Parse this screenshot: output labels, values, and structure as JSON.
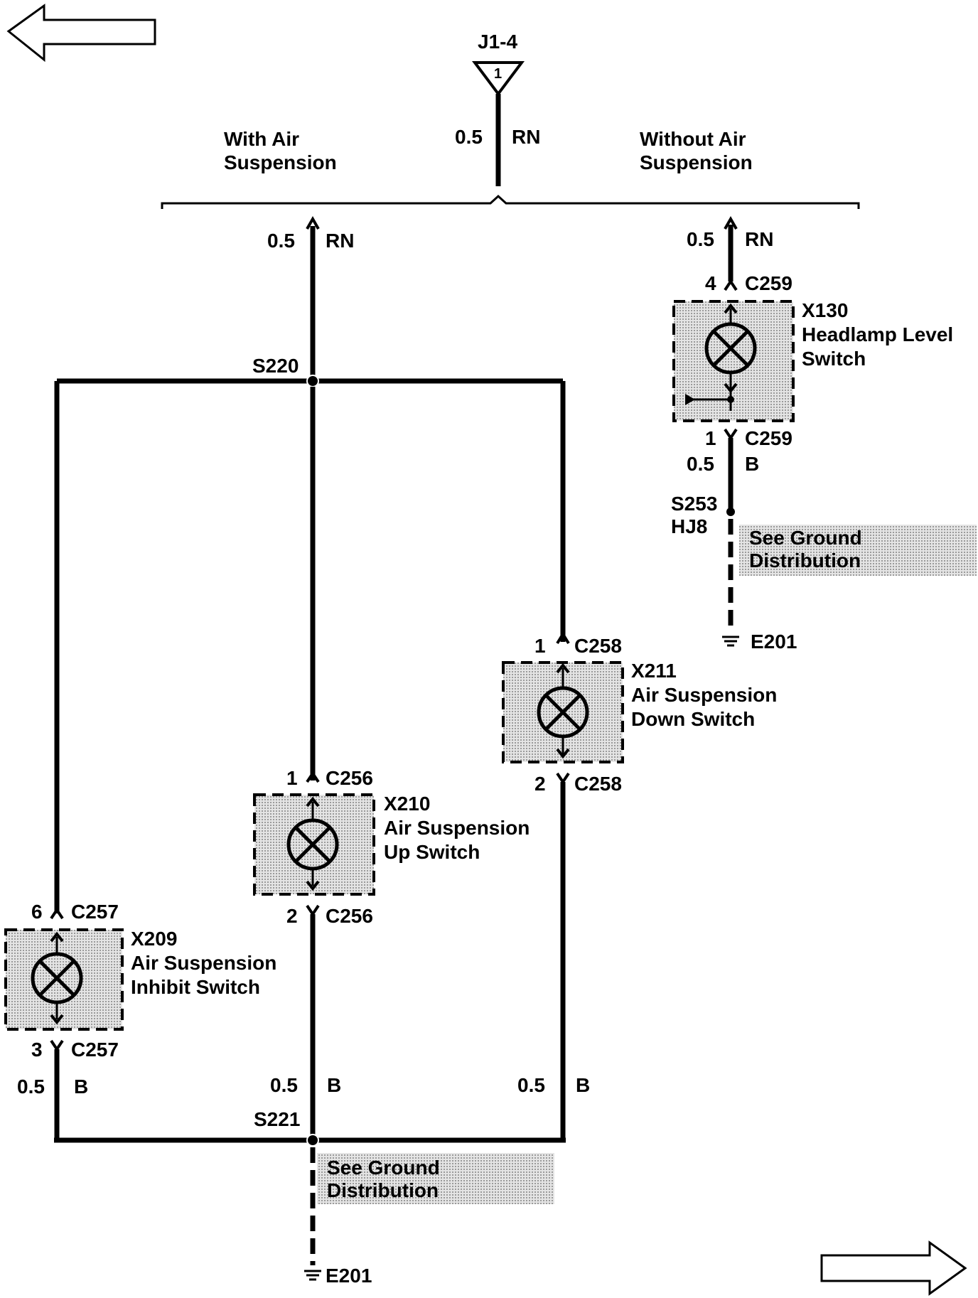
{
  "nav": {
    "back_icon": "left-arrow-icon",
    "forward_icon": "right-arrow-icon"
  },
  "source": {
    "connector": "J1-4",
    "pin": "1",
    "wire_size": "0.5",
    "wire_color": "RN"
  },
  "branches": {
    "with_air_line1": "With Air",
    "with_air_line2": "Suspension",
    "without_air_line1": "Without Air",
    "without_air_line2": "Suspension"
  },
  "with_air": {
    "feed_size": "0.5",
    "feed_color": "RN",
    "splice_top": "S220",
    "splice_bottom": "S221",
    "ground": "E201",
    "note_line1": "See Ground",
    "note_line2": "Distribution",
    "switches": [
      {
        "id": "X210",
        "name_line1": "Air Suspension",
        "name_line2": "Up Switch",
        "in_pin": "1",
        "in_connector": "C256",
        "out_pin": "2",
        "out_connector": "C256",
        "out_size": "0.5",
        "out_color": "B"
      },
      {
        "id": "X211",
        "name_line1": "Air Suspension",
        "name_line2": "Down Switch",
        "in_pin": "1",
        "in_connector": "C258",
        "out_pin": "2",
        "out_connector": "C258",
        "out_size": "0.5",
        "out_color": "B"
      },
      {
        "id": "X209",
        "name_line1": "Air Suspension",
        "name_line2": "Inhibit Switch",
        "in_pin": "6",
        "in_connector": "C257",
        "out_pin": "3",
        "out_connector": "C257",
        "out_size": "0.5",
        "out_color": "B"
      }
    ]
  },
  "without_air": {
    "feed_size": "0.5",
    "feed_color": "RN",
    "switch": {
      "id": "X130",
      "name_line1": "Headlamp Level",
      "name_line2": "Switch",
      "in_pin": "4",
      "in_connector": "C259",
      "out_pin": "1",
      "out_connector": "C259",
      "out_size": "0.5",
      "out_color": "B"
    },
    "splice": "S253",
    "splice_location": "HJ8",
    "ground": "E201",
    "note_line1": "See Ground",
    "note_line2": "Distribution"
  }
}
